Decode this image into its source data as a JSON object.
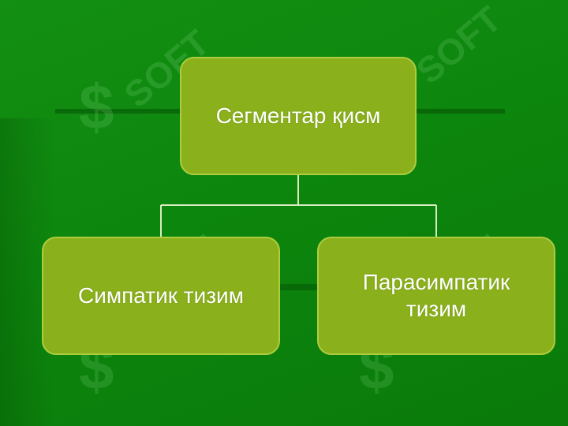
{
  "diagram": {
    "root": {
      "label": "Сегментар қисм"
    },
    "children": [
      {
        "label": "Симпатик тизим"
      },
      {
        "label": "Парасимпатик тизим"
      }
    ]
  },
  "watermark": {
    "text": "SOFT",
    "glyph": "$"
  },
  "colors": {
    "background": "#0f8a0f",
    "box_fill": "#8ab01c",
    "box_border": "#aecd3e",
    "connector": "#d8ecc0",
    "text": "#ffffff"
  }
}
